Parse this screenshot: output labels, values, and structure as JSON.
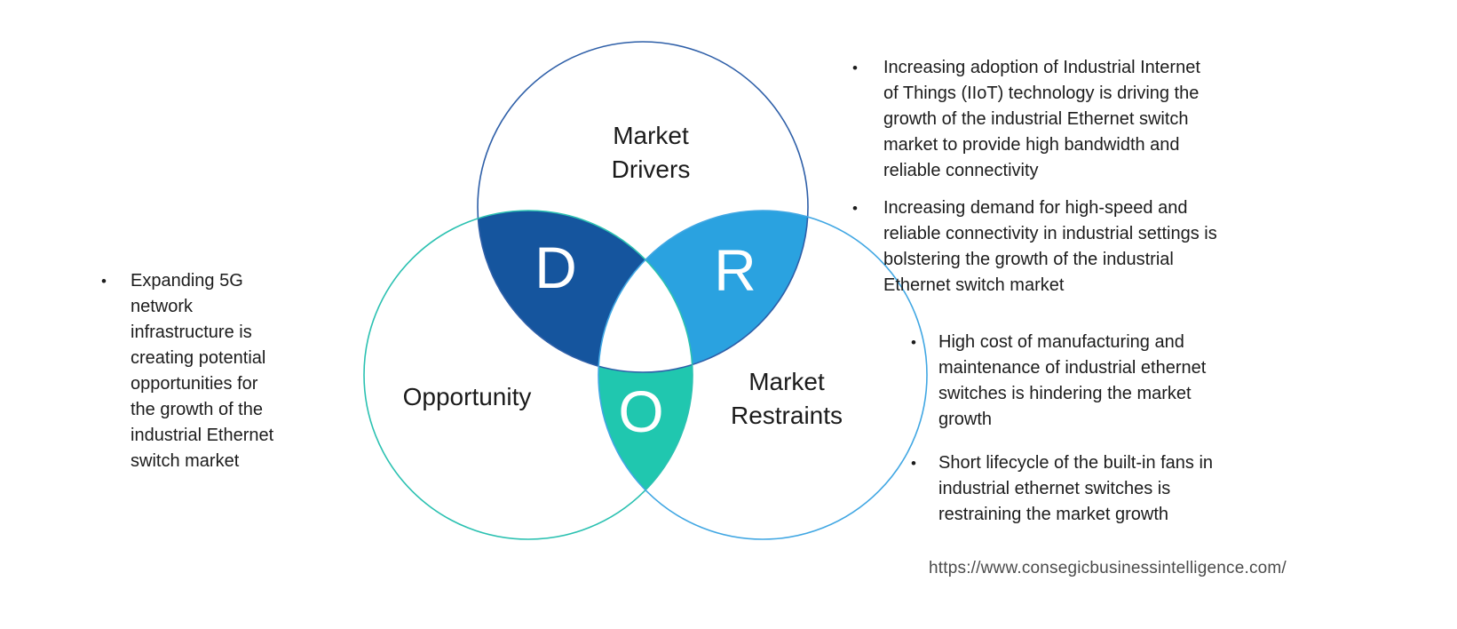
{
  "glyphs": {
    "bullet": "•"
  },
  "diagram": {
    "circles": {
      "drivers": {
        "label": "Market\nDrivers",
        "stroke": "#2E5FA8"
      },
      "opportunity": {
        "label": "Opportunity",
        "stroke": "#2BC1B1"
      },
      "restraints": {
        "label": "Market\nRestraints",
        "stroke": "#41A7E3"
      }
    },
    "regions": {
      "d": {
        "letter": "D",
        "fill": "#15559E"
      },
      "r": {
        "letter": "R",
        "fill": "#2AA2E0"
      },
      "o": {
        "letter": "O",
        "fill": "#20C7AF"
      }
    }
  },
  "left_notes": {
    "items": [
      {
        "text": "Expanding 5G\nnetwork\ninfrastructure is\ncreating potential\nopportunities for\nthe growth of the\nindustrial Ethernet\nswitch market"
      }
    ]
  },
  "right_notes": {
    "items": [
      {
        "text": "Increasing adoption of Industrial Internet\nof Things (IIoT) technology is driving the\ngrowth of the industrial Ethernet switch\nmarket to provide high bandwidth and\nreliable connectivity"
      },
      {
        "text": "Increasing demand for high-speed and\nreliable connectivity in industrial settings is\nbolstering the growth of the industrial\nEthernet switch market"
      },
      {
        "text": "High cost of manufacturing and\nmaintenance of industrial ethernet\nswitches is hindering the market\ngrowth"
      },
      {
        "text": "Short lifecycle of the built-in fans in\nindustrial ethernet switches is\nrestraining the market growth"
      }
    ]
  },
  "footer": {
    "url": "https://www.consegicbusinessintelligence.com/"
  }
}
